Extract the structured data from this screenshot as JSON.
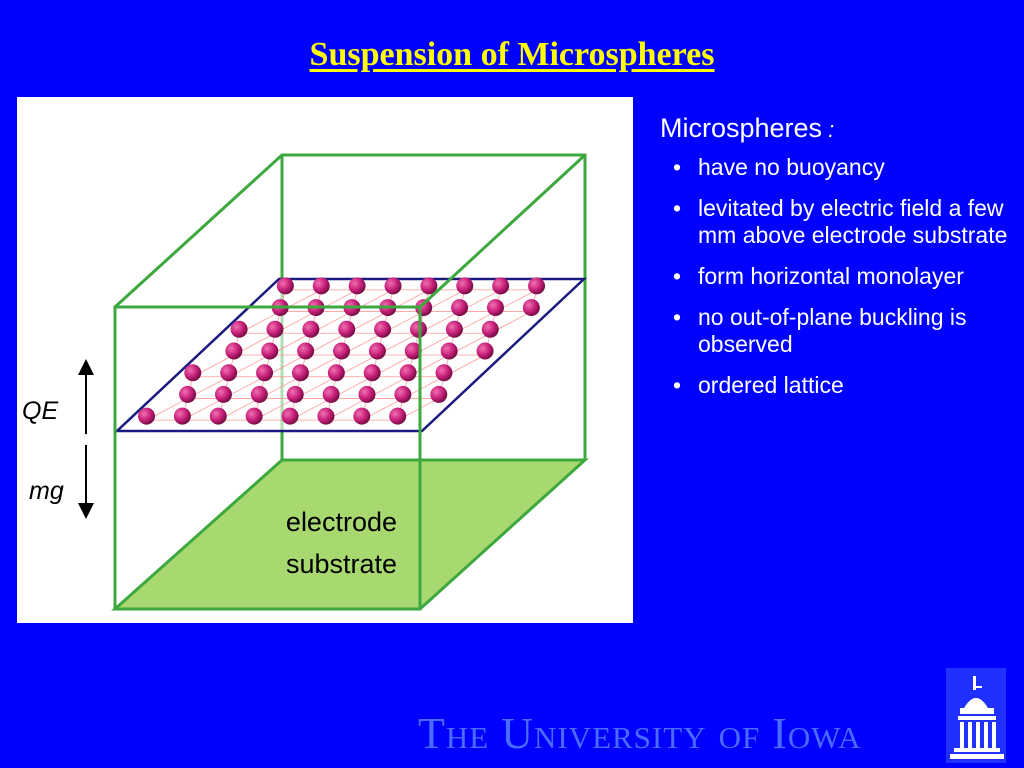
{
  "slide": {
    "title": "Suspension of Microspheres"
  },
  "diagram": {
    "label_qe": "QE",
    "label_mg": "mg",
    "substrate_line1": "electrode",
    "substrate_line2": "substrate",
    "colors": {
      "box_edge": "#3DA83D",
      "substrate_fill": "#A8D870",
      "monolayer_edge": "#1A1A80",
      "lattice_line": "#FF8080",
      "sphere": "#C8207A"
    }
  },
  "text_panel": {
    "heading": "Microspheres",
    "heading_suffix": ":",
    "bullet_glyph": "•",
    "bullets": [
      "have no buoyancy",
      "levitated by electric field a few mm above electrode substrate",
      "form horizontal monolayer",
      "no out-of-plane buckling is observed",
      "ordered lattice"
    ]
  },
  "footer": {
    "institution": "The University of Iowa"
  }
}
